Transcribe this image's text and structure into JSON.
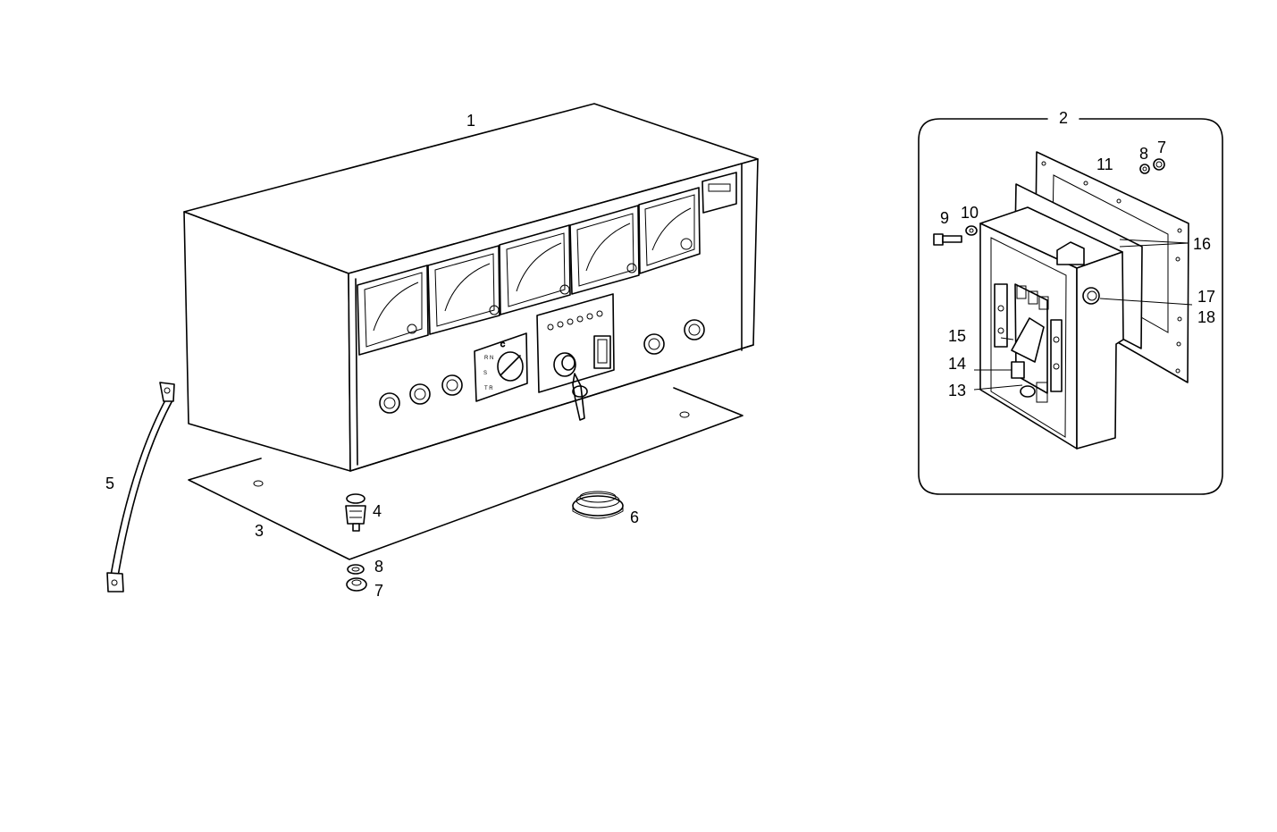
{
  "callouts": {
    "c1": "1",
    "c2": "2",
    "c3": "3",
    "c4": "4",
    "c5": "5",
    "c6": "6",
    "c7a": "7",
    "c8a": "8",
    "c7b": "7",
    "c8b": "8",
    "c9": "9",
    "c10": "10",
    "c11": "11",
    "c13": "13",
    "c14": "14",
    "c15": "15",
    "c16": "16",
    "c17": "17",
    "c18": "18"
  }
}
